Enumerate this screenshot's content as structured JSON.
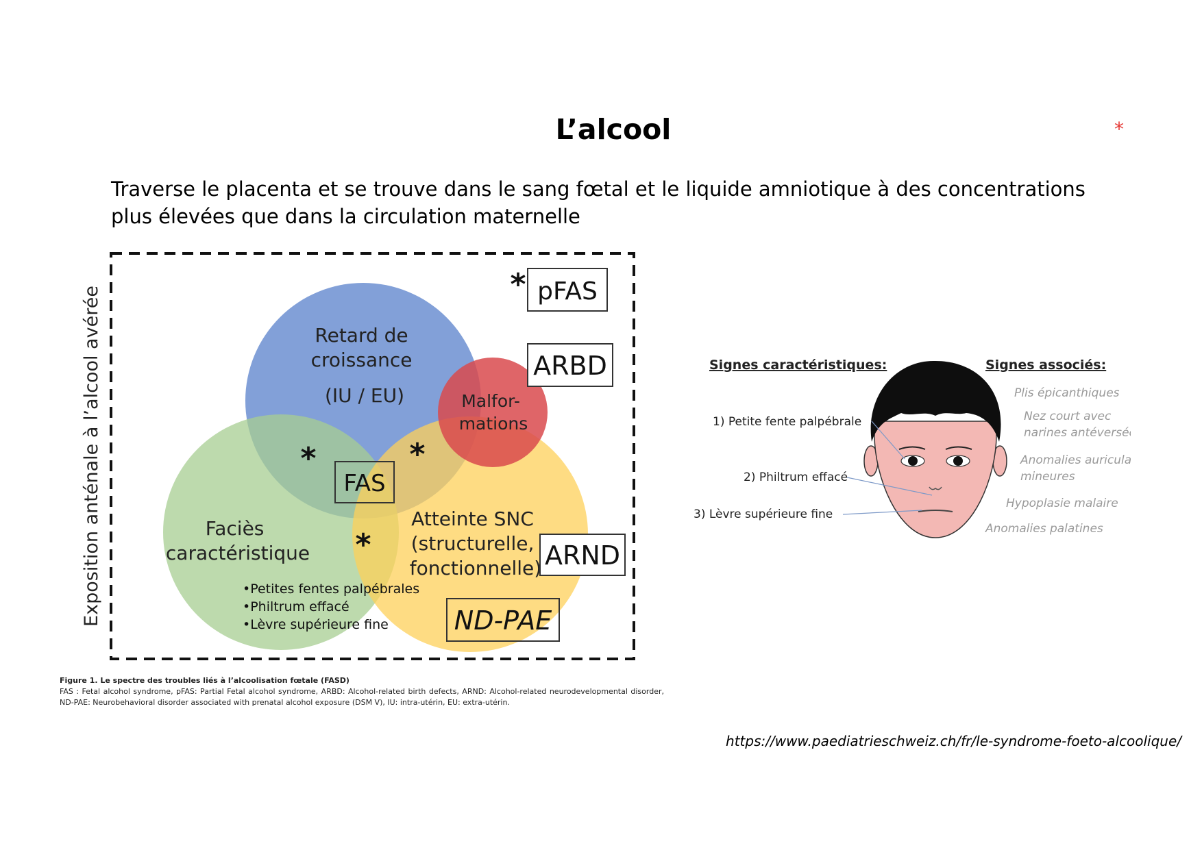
{
  "slide": {
    "title": "L’alcool",
    "star_marker": "*",
    "intro": "Traverse le placenta et se trouve dans le sang fœtal et le liquide amniotique à des concentrations plus élevées que dans la circulation maternelle"
  },
  "venn": {
    "y_axis_label": "Exposition anténale à l’alcool avérée",
    "circles": {
      "growth": [
        "Retard de",
        "croissance",
        "(IU / EU)"
      ],
      "malformations": [
        "Malfor-",
        "mations"
      ],
      "facies": [
        "Faciès",
        "caractéristique"
      ],
      "cns": [
        "Atteinte SNC",
        "(structurelle,",
        "fonctionnelle)"
      ]
    },
    "boxes": {
      "pfas": "pFAS",
      "arbd": "ARBD",
      "fas": "FAS",
      "arnd": "ARND",
      "ndpae": "ND-PAE"
    },
    "asterisk": "*",
    "facies_bullets": [
      "•Petites fentes palpébrales",
      "•Philtrum effacé",
      "•Lèvre supérieure fine"
    ],
    "colors": {
      "blue": "#7b9bd6",
      "green": "#b7d7a8",
      "yellow": "#fdd86c",
      "red": "#d94a4e"
    }
  },
  "caption": {
    "title": "Figure 1. Le spectre des troubles liés à l’alcoolisation fœtale (FASD)",
    "text": "FAS : Fetal alcohol syndrome, pFAS: Partial Fetal alcohol syndrome, ARBD: Alcohol-related birth defects, ARND: Alcohol-related neurodevelopmental disorder, ND-PAE: Neurobehavioral disorder associated with prenatal alcohol exposure (DSM V), IU: intra-utérin, EU: extra-utérin."
  },
  "face_figure": {
    "left_heading": "Signes caractéristiques:",
    "right_heading": "Signes associés:",
    "left_signs": [
      "1) Petite fente palpébrale",
      "2) Philtrum effacé",
      "3) Lèvre supérieure fine"
    ],
    "right_signs": [
      "Plis épicanthiques",
      "Nez court avec",
      "narines antéversées",
      "Anomalies auriculaires",
      "mineures",
      "Hypoplasie malaire",
      "Anomalies palatines"
    ]
  },
  "source_url": "https://www.paediatrieschweiz.ch/fr/le-syndrome-foeto-alcoolique/"
}
